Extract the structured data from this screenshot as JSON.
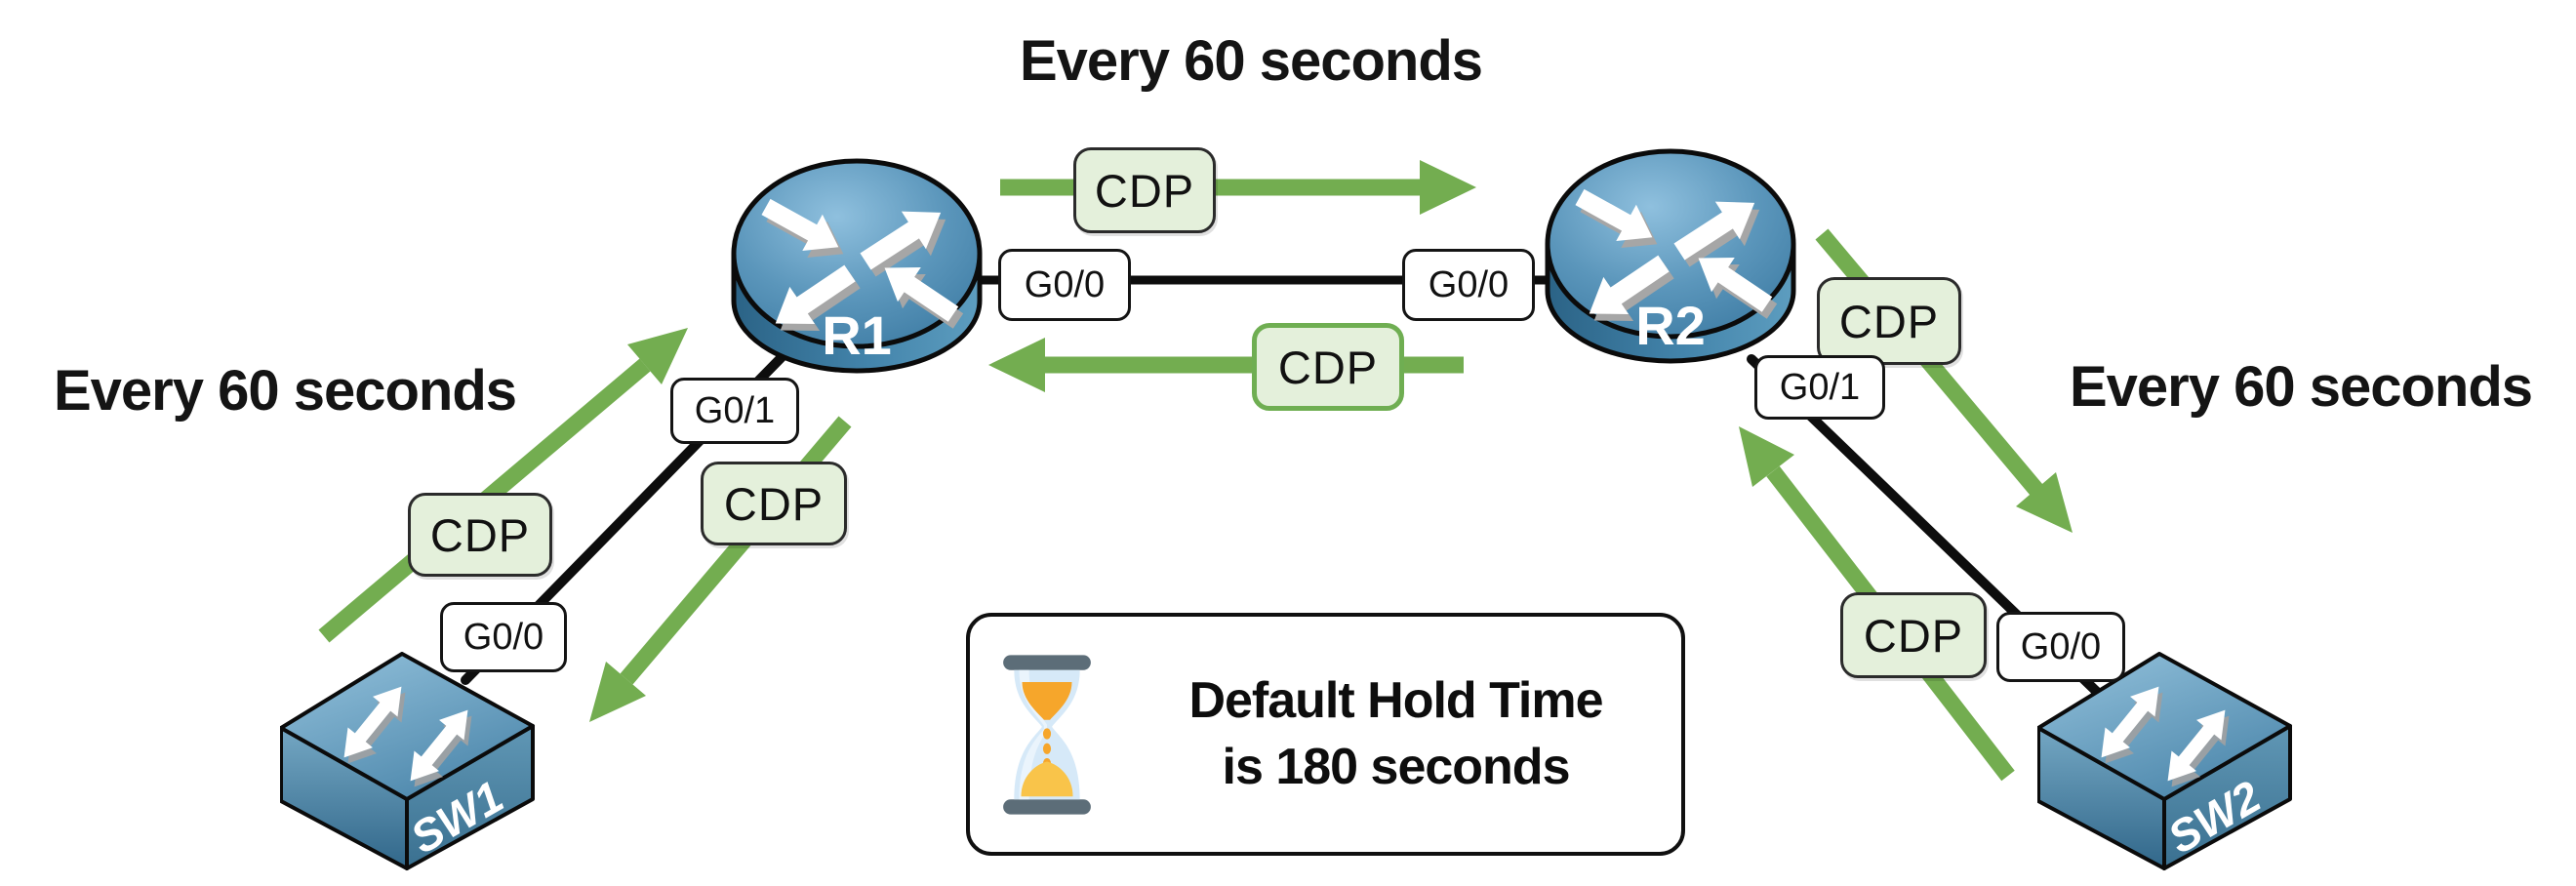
{
  "headings": {
    "top": "Every 60 seconds",
    "left": "Every 60 seconds",
    "right": "Every 60 seconds"
  },
  "devices": {
    "r1": {
      "name": "R1",
      "type": "router"
    },
    "r2": {
      "name": "R2",
      "type": "router"
    },
    "sw1": {
      "name": "SW1",
      "type": "switch"
    },
    "sw2": {
      "name": "SW2",
      "type": "switch"
    }
  },
  "interfaces": {
    "r1_g00": "G0/0",
    "r2_g00": "G0/0",
    "r1_g01": "G0/1",
    "r2_g01": "G0/1",
    "sw1_g00": "G0/0",
    "sw2_g00": "G0/0"
  },
  "cdp_labels": {
    "top": "CDP",
    "bottom": "CDP",
    "left_upper": "CDP",
    "left_lower": "CDP",
    "right_upper": "CDP",
    "right_lower": "CDP"
  },
  "note": {
    "line1": "Default Hold Time",
    "line2": "is 180 seconds"
  },
  "icons": {
    "hourglass": "hourglass-icon",
    "router": "router-icon",
    "switch": "switch-icon"
  },
  "colors": {
    "arrow_green": "#73ad50",
    "cdp_fill": "#e4f0db",
    "cdp_border_dark": "#2b2b2b",
    "cdp_border_green": "#6fae52",
    "link_black": "#0d0d0d",
    "router_blue_light": "#8fc0de",
    "router_blue_dark": "#2b6386",
    "sand_orange": "#f6a62b",
    "sand_yellow": "#f9c44a",
    "glass_blue": "#d6e9f8",
    "cap_gray": "#5c6d78"
  }
}
